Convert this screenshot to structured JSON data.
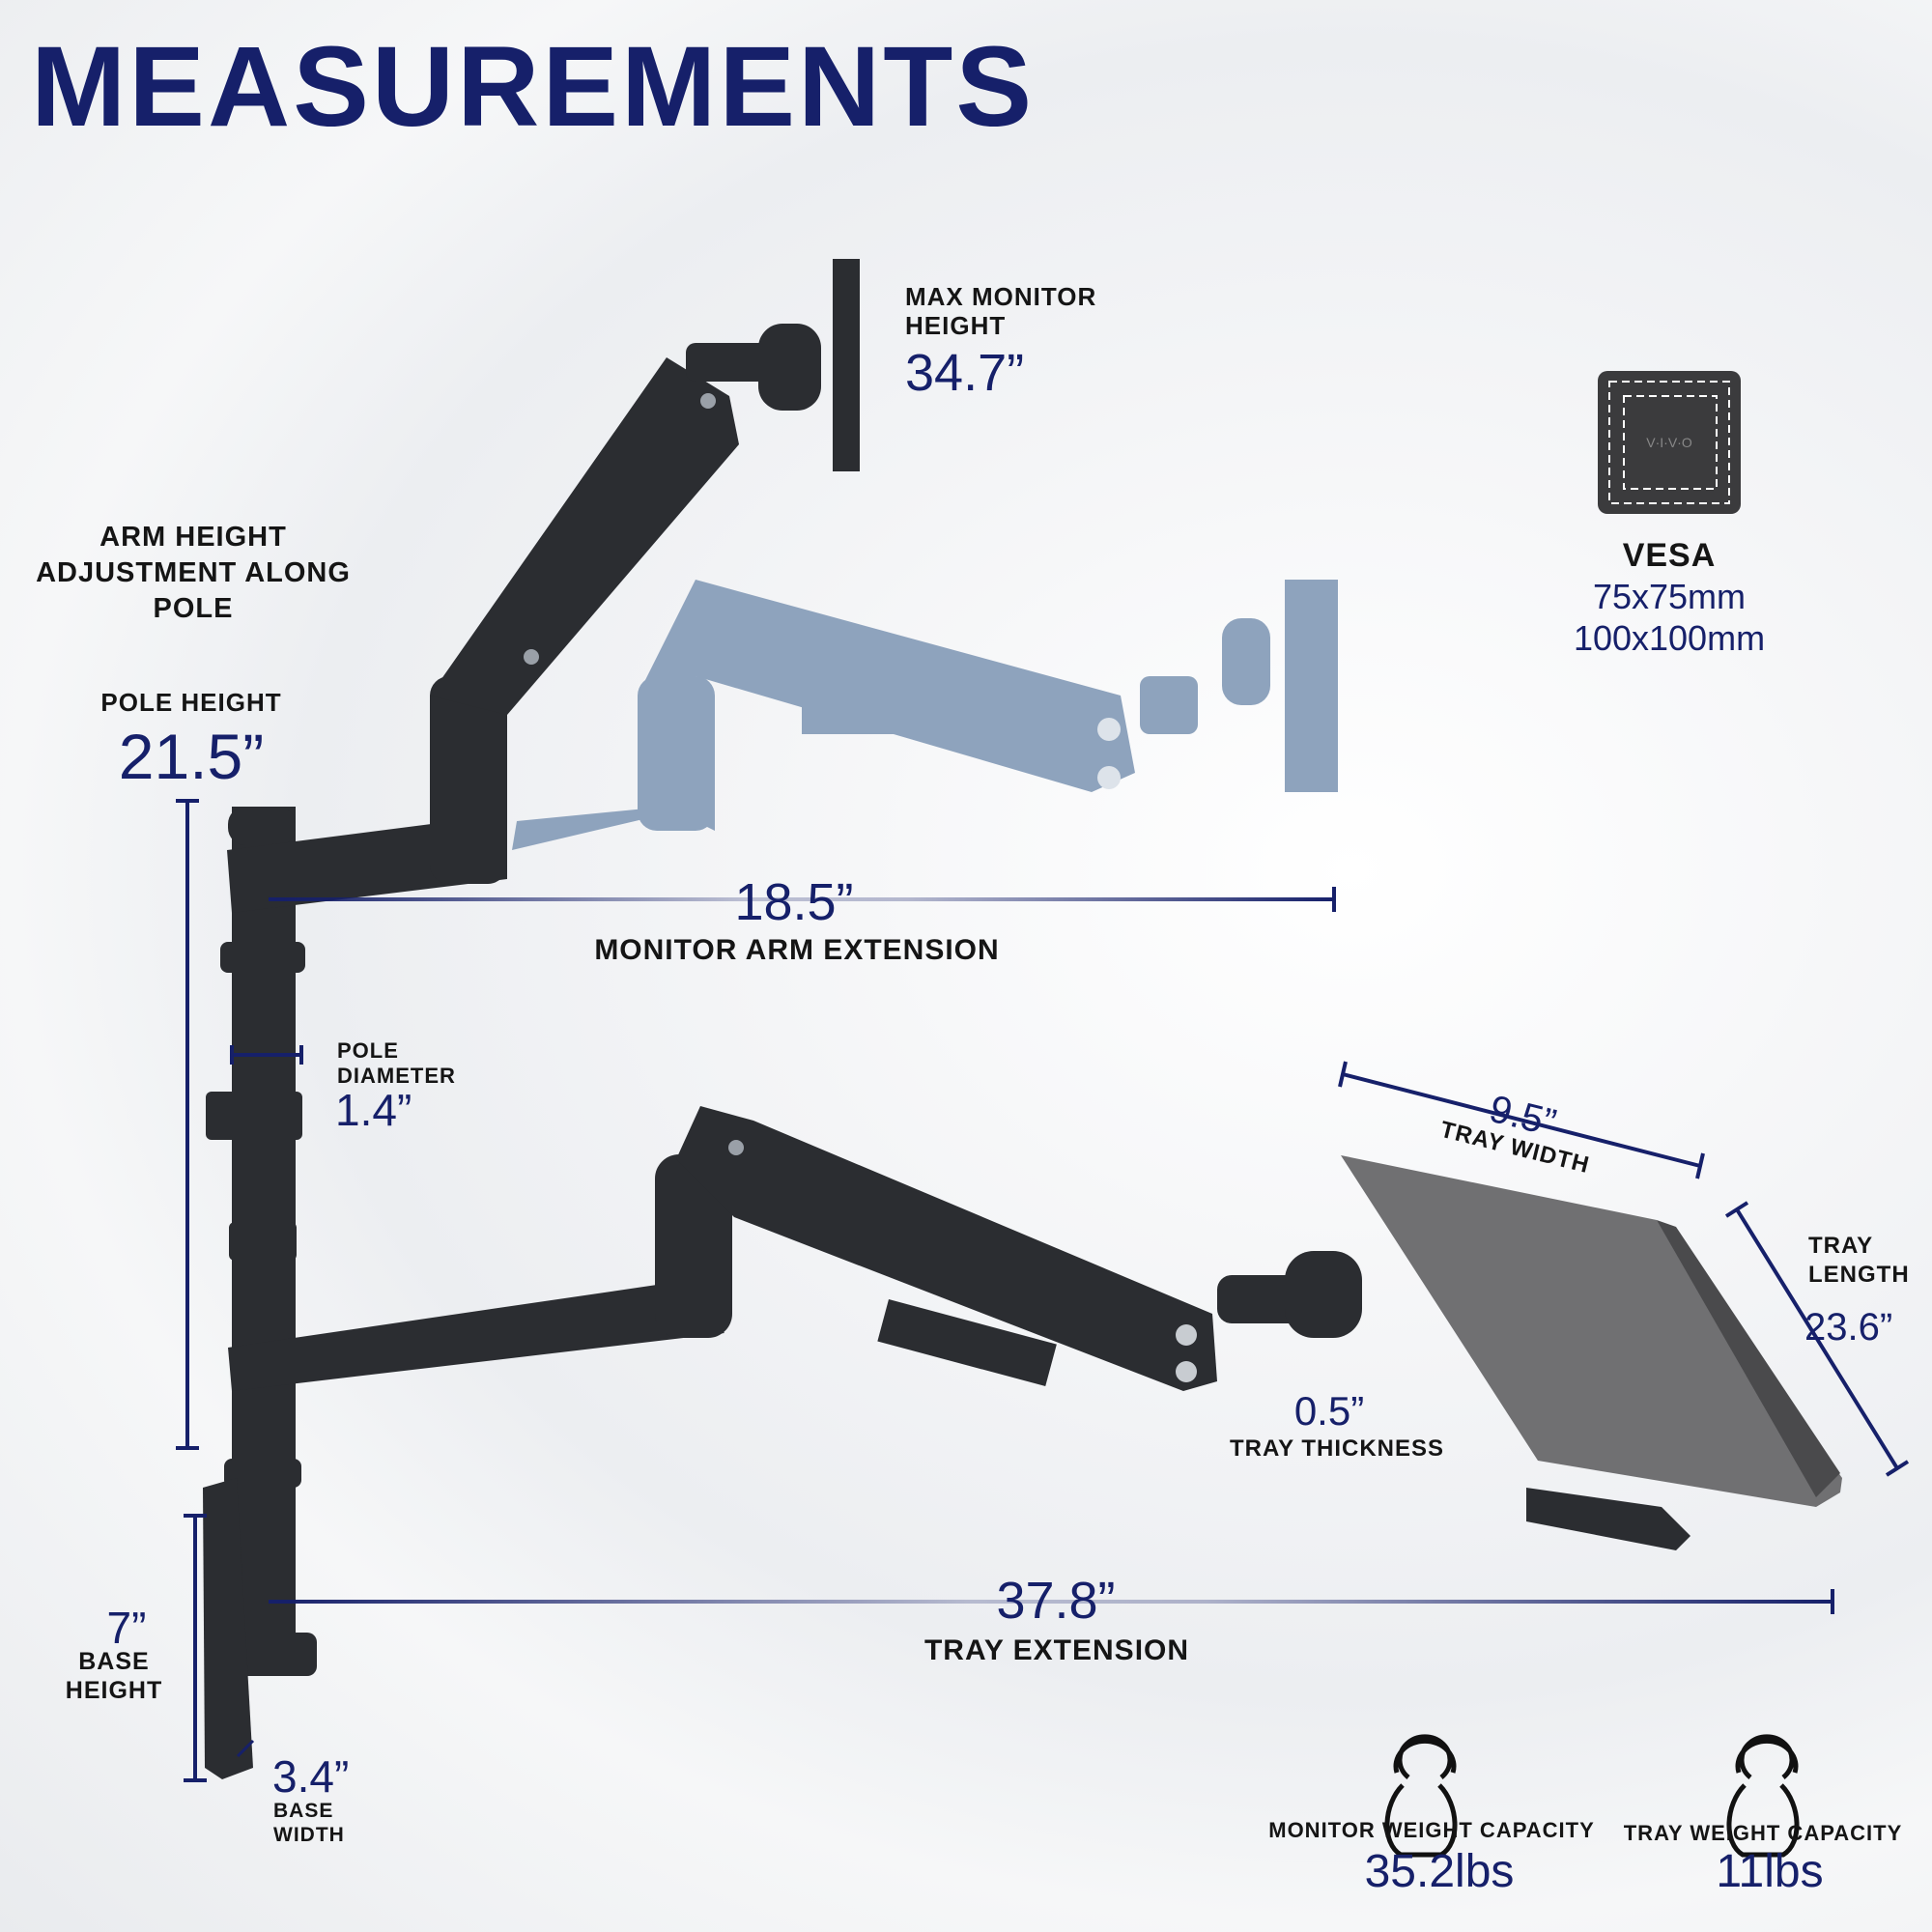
{
  "title": "MEASUREMENTS",
  "colors": {
    "accent": "#16206a",
    "arm_black": "#2b2d31",
    "ghost_arm": "#8ea3bd",
    "tray": "#6e6e70"
  },
  "vesa": {
    "logo": "V·I·V·O",
    "label": "VESA",
    "sizes": [
      "75x75mm",
      "100x100mm"
    ]
  },
  "max_monitor_height": {
    "label_lines": [
      "MAX MONITOR",
      "HEIGHT"
    ],
    "value": "34.7”"
  },
  "arm_height": {
    "label_lines": [
      "ARM HEIGHT",
      "ADJUSTMENT ALONG",
      "POLE"
    ]
  },
  "pole_height": {
    "label": "POLE HEIGHT",
    "value": "21.5”"
  },
  "monitor_arm_extension": {
    "label": "MONITOR ARM EXTENSION",
    "value": "18.5”"
  },
  "pole_diameter": {
    "label_lines": [
      "POLE",
      "DIAMETER"
    ],
    "value": "1.4”"
  },
  "tray_width": {
    "label": "TRAY WIDTH",
    "value": "9.5”"
  },
  "tray_length": {
    "label_lines": [
      "TRAY",
      "LENGTH"
    ],
    "value": "23.6”"
  },
  "tray_thickness": {
    "label": "TRAY THICKNESS",
    "value": "0.5”"
  },
  "tray_extension": {
    "label": "TRAY EXTENSION",
    "value": "37.8”"
  },
  "base_height": {
    "label_lines": [
      "BASE",
      "HEIGHT"
    ],
    "value": "7”"
  },
  "base_width": {
    "label_lines": [
      "BASE",
      "WIDTH"
    ],
    "value": "3.4”"
  },
  "monitor_weight": {
    "label": "MONITOR WEIGHT CAPACITY",
    "value": "35.2lbs",
    "icon": "kettlebell-icon"
  },
  "tray_weight": {
    "label": "TRAY WEIGHT CAPACITY",
    "value": "11lbs",
    "icon": "kettlebell-icon"
  }
}
